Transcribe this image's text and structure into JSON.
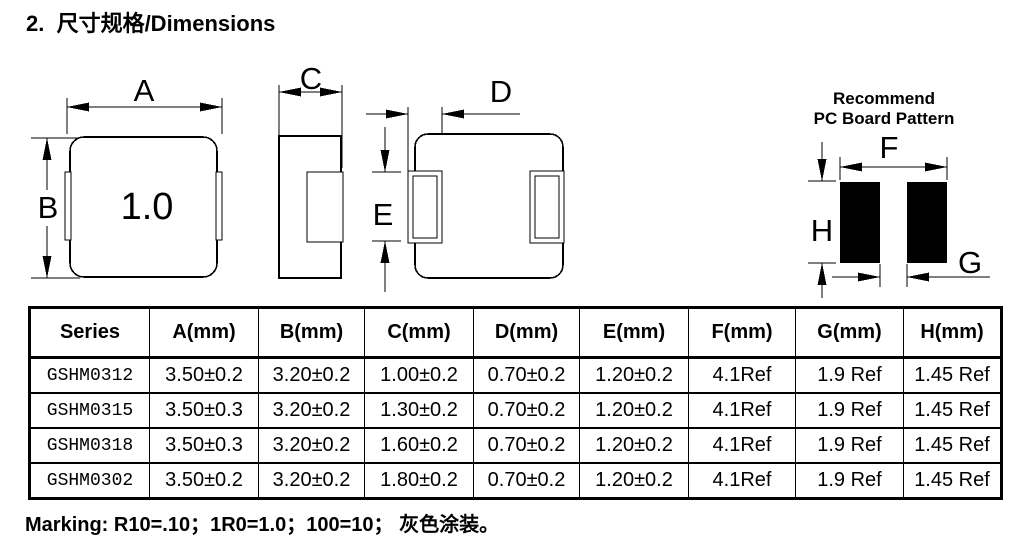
{
  "page": {
    "title": "2.  尺寸规格/Dimensions",
    "marking_note": "Marking: R10=.10；1R0=1.0；100=10； 灰色涂装。"
  },
  "drawings": {
    "top_view": {
      "dim_width_label": "A",
      "dim_height_label": "B",
      "component_marking": "1.0"
    },
    "side_view": {
      "dim_thickness_label": "C"
    },
    "bottom_view": {
      "dim_pad_width_label": "D",
      "dim_pad_height_label": "E"
    },
    "pcb_pattern": {
      "title_line1": "Recommend",
      "title_line2": "PC Board Pattern",
      "dim_span_label": "F",
      "dim_gap_label": "G",
      "dim_pad_height_label": "H"
    }
  },
  "colors": {
    "ink": "#000000",
    "pad_fill": "#000000",
    "background": "#ffffff"
  },
  "table": {
    "headers": [
      "Series",
      "A(mm)",
      "B(mm)",
      "C(mm)",
      "D(mm)",
      "E(mm)",
      "F(mm)",
      "G(mm)",
      "H(mm)"
    ],
    "rows": [
      [
        "GSHM0312",
        "3.50±0.2",
        "3.20±0.2",
        "1.00±0.2",
        "0.70±0.2",
        "1.20±0.2",
        "4.1Ref",
        "1.9 Ref",
        "1.45 Ref"
      ],
      [
        "GSHM0315",
        "3.50±0.3",
        "3.20±0.2",
        "1.30±0.2",
        "0.70±0.2",
        "1.20±0.2",
        "4.1Ref",
        "1.9 Ref",
        "1.45 Ref"
      ],
      [
        "GSHM0318",
        "3.50±0.3",
        "3.20±0.2",
        "1.60±0.2",
        "0.70±0.2",
        "1.20±0.2",
        "4.1Ref",
        "1.9 Ref",
        "1.45 Ref"
      ],
      [
        "GSHM0302",
        "3.50±0.2",
        "3.20±0.2",
        "1.80±0.2",
        "0.70±0.2",
        "1.20±0.2",
        "4.1Ref",
        "1.9 Ref",
        "1.45 Ref"
      ]
    ]
  }
}
